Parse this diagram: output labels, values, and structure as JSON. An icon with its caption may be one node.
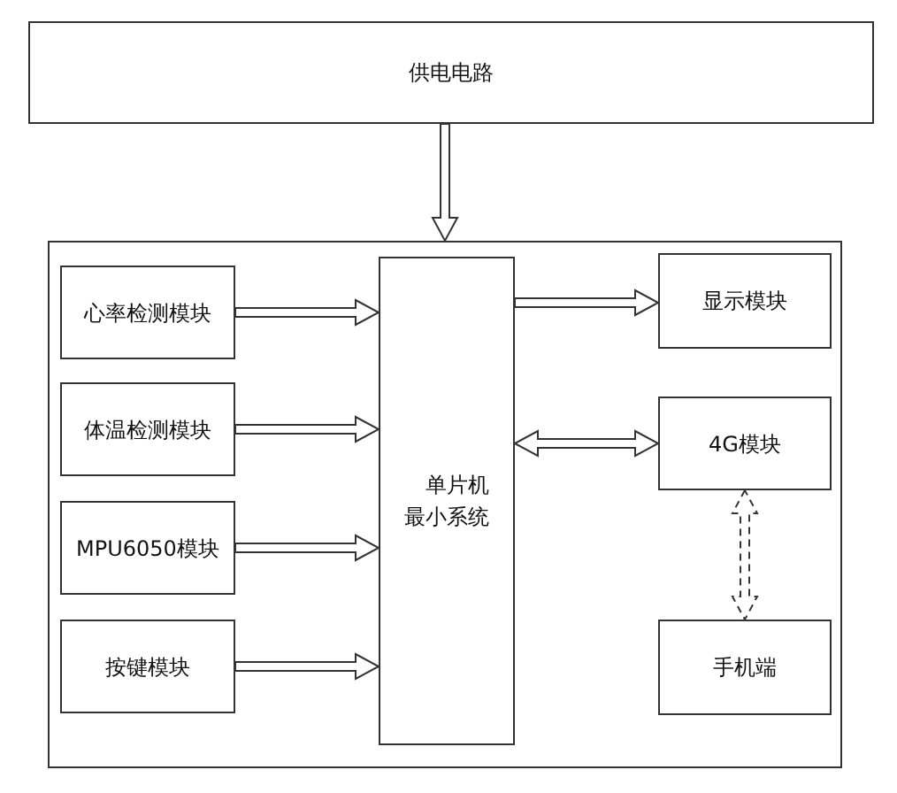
{
  "diagram": {
    "nodes": [
      {
        "text": [
          "供电电路"
        ]
      },
      {
        "text": [],
        "shape": "box"
      },
      {
        "text": [
          "心率检测模块"
        ],
        "in": 1
      },
      {
        "text": [
          "体温检测模块"
        ],
        "in": 1
      },
      {
        "text": [
          "MPU6050模块"
        ],
        "in": 1
      },
      {
        "text": [
          "按键模块"
        ],
        "in": 1
      },
      {
        "text": [
          "单片机最小系统"
        ],
        "in": 1
      },
      {
        "text": [
          "显示模块"
        ],
        "in": 1
      },
      {
        "text": [
          "4G模块"
        ],
        "in": 1
      },
      {
        "text": [
          "手机端"
        ],
        "in": 1
      }
    ],
    "edges": [
      {
        "from": 0,
        "to": 1,
        "arrow": "to"
      },
      {
        "from": 2,
        "to": 6,
        "arrow": "to"
      },
      {
        "from": 3,
        "to": 6,
        "arrow": "to"
      },
      {
        "from": 4,
        "to": 6,
        "arrow": "to"
      },
      {
        "from": 5,
        "to": 6,
        "arrow": "to"
      },
      {
        "from": 6,
        "to": 7,
        "arrow": "to"
      },
      {
        "from": 6,
        "to": 8,
        "arrow": "both"
      },
      {
        "from": 8,
        "to": 9,
        "arrow": "both",
        "style": "dashed"
      }
    ]
  }
}
